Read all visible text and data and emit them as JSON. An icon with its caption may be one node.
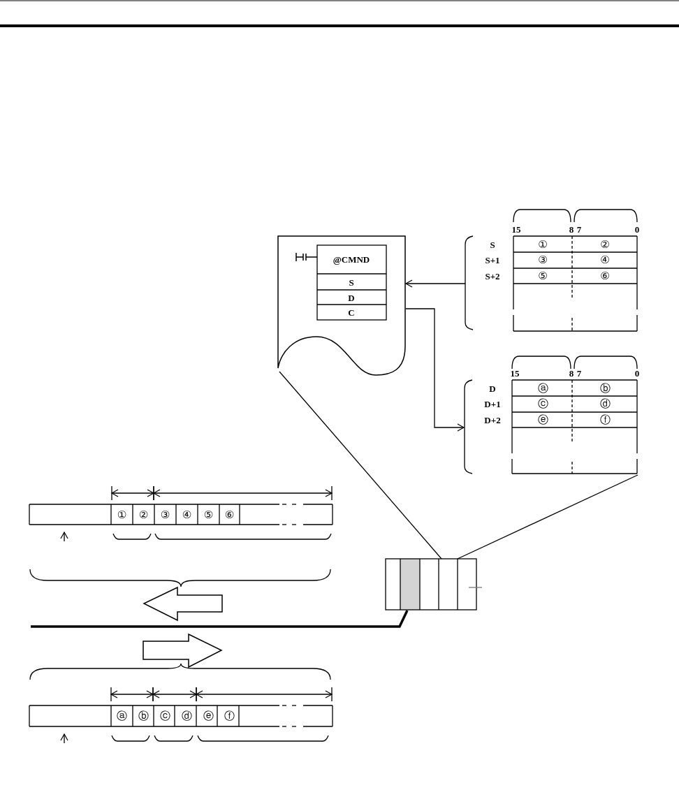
{
  "diagram": {
    "nodes": [
      {
        "text": [],
        "shape": "picture"
      },
      {
        "text": [
          "@CMND",
          "S",
          "D",
          "C"
        ],
        "in": 0
      },
      {
        "text": [
          "15",
          "8",
          "7",
          "0",
          "S",
          "S+1",
          "S+2",
          "①",
          "②",
          "③",
          "④",
          "⑤",
          "⑥"
        ]
      },
      {
        "text": [
          "15",
          "8",
          "7",
          "0",
          "D",
          "D+1",
          "D+2",
          "ⓐ",
          "ⓑ",
          "ⓒ",
          "ⓓ",
          "ⓔ",
          "ⓕ"
        ]
      },
      {
        "text": [],
        "shape": "box"
      },
      {
        "text": [
          "①",
          "②",
          "③",
          "④",
          "⑤",
          "⑥"
        ]
      },
      {
        "text": [
          "ⓐ",
          "ⓑ",
          "ⓒ",
          "ⓓ",
          "ⓔ",
          "ⓕ"
        ]
      }
    ],
    "edges": [
      {
        "from": 2,
        "to": 0,
        "arrow": "to"
      },
      {
        "from": 0,
        "to": 3,
        "arrow": "to"
      },
      {
        "from": 0,
        "to": 4,
        "arrow": "none"
      },
      {
        "from": 3,
        "to": 4,
        "arrow": "none"
      },
      {
        "from": 4,
        "to": null,
        "arrow": "none",
        "style": "thick"
      }
    ]
  }
}
